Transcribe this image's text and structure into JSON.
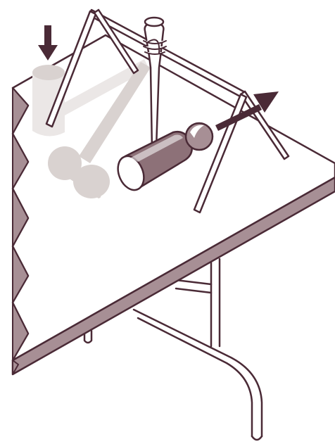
{
  "illustration": {
    "subject": "pendulum-hammer-on-folding-table",
    "colors": {
      "outline": "#4a2a36",
      "table_top": "#ffffff",
      "table_edge": "#a78f95",
      "hammer_head": "#8d7178",
      "hammer_head_highlight": "#ffffff",
      "ball": "#a78f95",
      "ghost": "#d9d2d0",
      "ghost_light": "#ebe7e6",
      "arrow": "#4a2a36",
      "background": "#ffffff"
    },
    "arrows": [
      {
        "name": "downward-arrow",
        "direction": "down"
      },
      {
        "name": "diagonal-arrow",
        "direction": "up-right"
      }
    ]
  }
}
